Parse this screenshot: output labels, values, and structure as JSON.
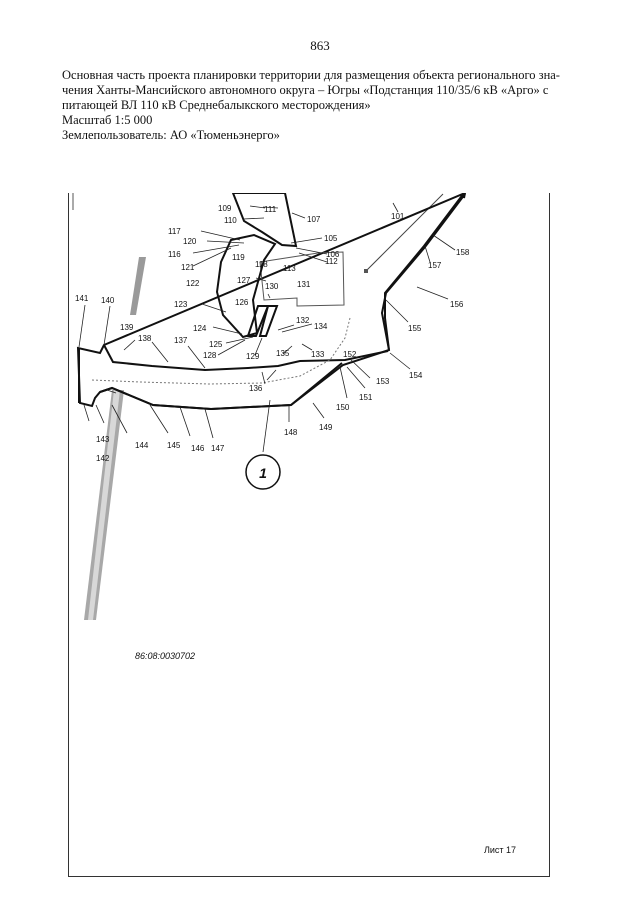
{
  "page_number": "863",
  "header": {
    "line1": "Основная часть проекта планировки территории для размещения объекта регионального зна-",
    "line2": "чения Ханты-Мансийского автономного округа – Югры «Подстанция 110/35/6 кВ «Арго» с",
    "line3": "питающей ВЛ 110 кВ Среднебалыкского месторождения»",
    "scale": "Масштаб 1:5 000",
    "owner": "Землепользователь: АО «Тюменьэнерго»"
  },
  "map": {
    "cadastral_number": "86:08:0030702",
    "circle_label": "1",
    "point_labels": [
      "101",
      "105",
      "106",
      "107",
      "109",
      "110",
      "111",
      "112",
      "113",
      "116",
      "117",
      "118",
      "119",
      "120",
      "121",
      "122",
      "123",
      "124",
      "125",
      "126",
      "127",
      "128",
      "129",
      "130",
      "131",
      "132",
      "133",
      "134",
      "135",
      "136",
      "137",
      "138",
      "139",
      "140",
      "141",
      "142",
      "143",
      "144",
      "145",
      "146",
      "147",
      "148",
      "149",
      "150",
      "151",
      "152",
      "153",
      "154",
      "155",
      "156",
      "157",
      "158"
    ]
  },
  "sheet_label": "Лист 17"
}
